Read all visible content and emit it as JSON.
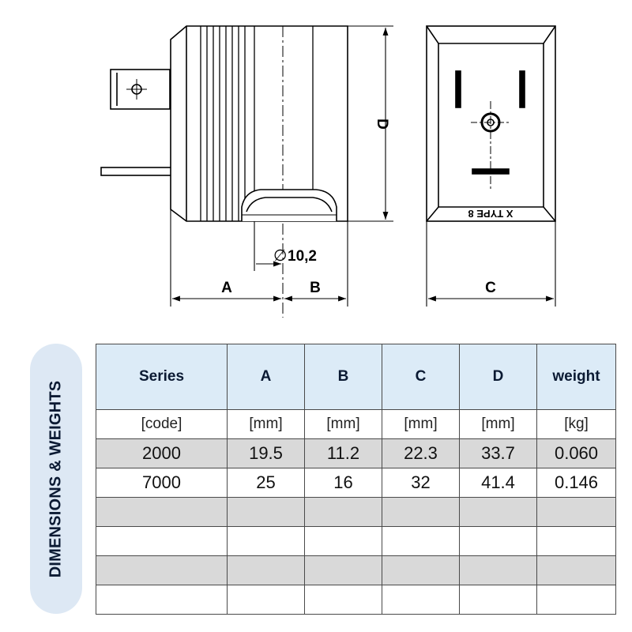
{
  "drawing": {
    "dim_labels": {
      "a": "A",
      "b": "B",
      "c": "C",
      "d": "D"
    },
    "diameter_symbol": "∅",
    "diameter_value": "10,2",
    "stamp_text": "X TYPE 8"
  },
  "side_label": "DIMENSIONS & WEIGHTS",
  "table": {
    "headers": [
      "Series",
      "A",
      "B",
      "C",
      "D",
      "weight"
    ],
    "units": [
      "[code]",
      "[mm]",
      "[mm]",
      "[mm]",
      "[mm]",
      "[kg]"
    ],
    "rows": [
      [
        "2000",
        "19.5",
        "11.2",
        "22.3",
        "33.7",
        "0.060"
      ],
      [
        "7000",
        "25",
        "16",
        "32",
        "41.4",
        "0.146"
      ],
      [
        "",
        "",
        "",
        "",
        "",
        ""
      ],
      [
        "",
        "",
        "",
        "",
        "",
        ""
      ],
      [
        "",
        "",
        "",
        "",
        "",
        ""
      ],
      [
        "",
        "",
        "",
        "",
        "",
        ""
      ]
    ]
  }
}
